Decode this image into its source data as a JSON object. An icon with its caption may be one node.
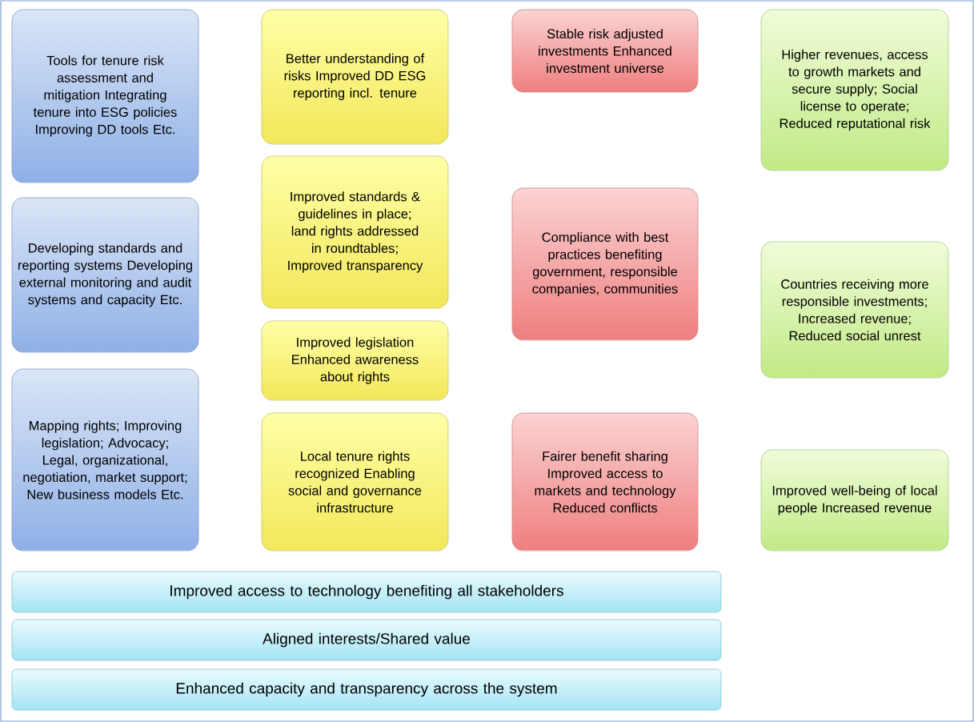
{
  "diagram": {
    "nodes": [
      {
        "text": [
          "Tools for tenure risk assessment and mitigation Integrating tenure into ESG policies Improving DD tools Etc."
        ]
      },
      {
        "text": [
          "Developing standards and reporting systems Developing external monitoring and audit systems and capacity Etc."
        ]
      },
      {
        "text": [
          "Mapping rights; Improving legislation; Advocacy; Legal, organizational, negotiation, market support; New business models Etc."
        ]
      },
      {
        "text": [
          "Better understanding of risks Improved DD ESG reporting incl. tenure"
        ]
      },
      {
        "text": [
          "Improved standards & guidelines in place; land rights addressed in roundtables; Improved transparency"
        ]
      },
      {
        "text": [
          "Improved legislation Enhanced awareness about rights"
        ]
      },
      {
        "text": [
          "Local tenure rights recognized Enabling social and governance infrastructure"
        ]
      },
      {
        "text": [
          "Stable risk adjusted investments Enhanced investment universe"
        ]
      },
      {
        "text": [
          "Compliance with best practices benefiting government, responsible companies, communities"
        ]
      },
      {
        "text": [
          "Fairer benefit sharing Improved access to markets and technology Reduced conflicts"
        ]
      },
      {
        "text": [
          "Higher revenues, access to growth markets and secure supply; Social license to operate; Reduced reputational risk"
        ]
      },
      {
        "text": [
          "Countries receiving more responsible investments; Increased revenue; Reduced social unrest"
        ]
      },
      {
        "text": [
          "Improved well-being of local people Increased revenue"
        ]
      },
      {
        "text": [
          "Improved access to technology benefiting all stakeholders"
        ]
      },
      {
        "text": [
          "Aligned interests/Shared value"
        ]
      },
      {
        "text": [
          "Enhanced capacity and transparency across the system"
        ]
      }
    ]
  }
}
